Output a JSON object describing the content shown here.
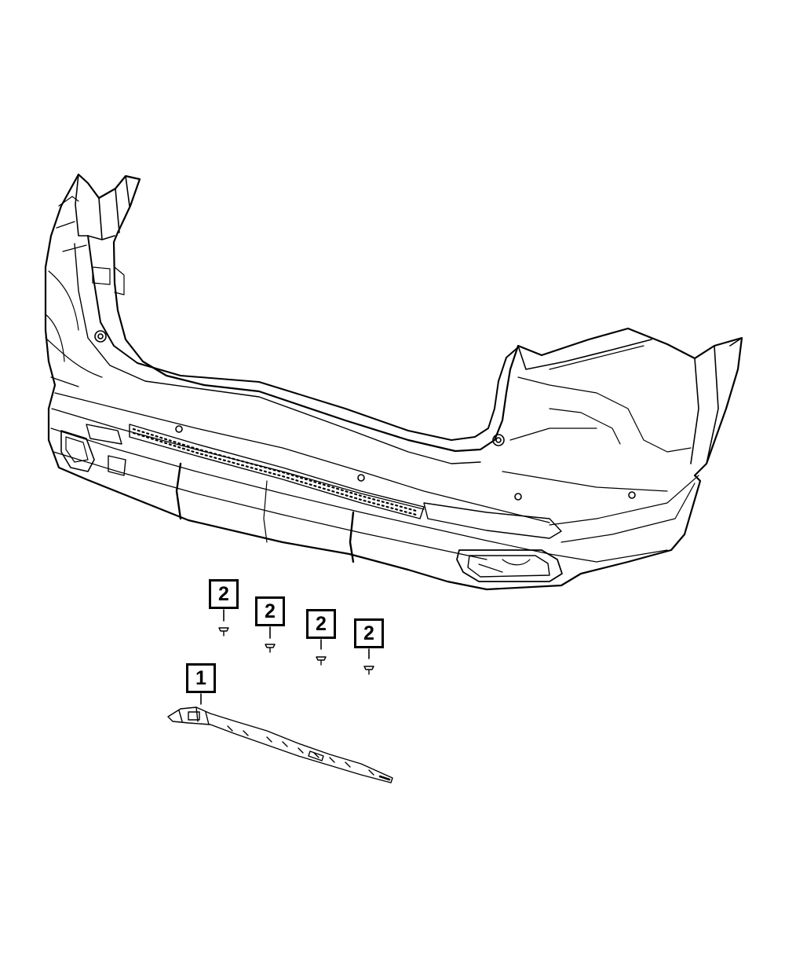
{
  "callouts": [
    {
      "id": "c1",
      "label": "2",
      "part": "screw"
    },
    {
      "id": "c2",
      "label": "2",
      "part": "screw"
    },
    {
      "id": "c3",
      "label": "2",
      "part": "screw"
    },
    {
      "id": "c4",
      "label": "2",
      "part": "screw"
    },
    {
      "id": "c5",
      "label": "1",
      "part": "bracket"
    }
  ],
  "colors": {
    "line": "#000000",
    "background": "#ffffff"
  }
}
